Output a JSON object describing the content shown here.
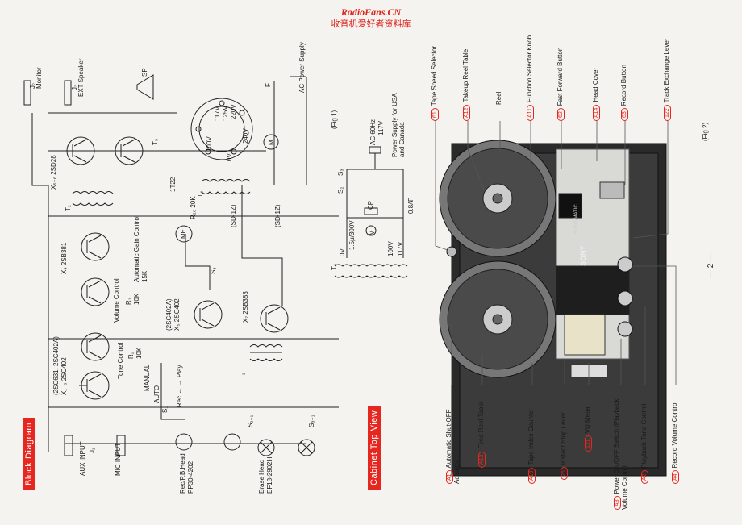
{
  "watermark": {
    "site": "RadioFans.CN",
    "cn": "收音机爱好者资料库"
  },
  "block_diagram": {
    "title": "Block Diagram",
    "labels": {
      "aux_input": "AUX INPUT",
      "j1": "J₁",
      "mic_input": "MIC INPUT",
      "rec_head": "Rec/P.B.Head",
      "rec_head_part": "PP30-4202",
      "erase_head": "Erase Head",
      "erase_head_part": "EF18-2902H",
      "s1": "S₁",
      "s21": "S₂₋₁",
      "s31": "S₃₋₁",
      "rec_play": "Rec ← → Play",
      "x13": "X₁₋₃ 2SC402",
      "x13b": "(2SC631, 2SC402A)",
      "tone": "Tone Control",
      "tone_r": "R₂",
      "tone_val": "10K",
      "manual": "MANUAL",
      "auto": "AUTO",
      "volume": "Volume Control",
      "r1": "R₁",
      "r1_val": "10K",
      "x4": "X₄ 2SB381",
      "agc": "Automatic Gain Control",
      "agc_val": "15K",
      "x5": "X₅ 2SC402",
      "x5b": "(2SC402A)",
      "x7": "X₇ 2SB383",
      "x56": "X₅₋₆ 2SD28",
      "t1": "T₁",
      "t2": "T₂",
      "t3": "T₃",
      "t4": "T₄",
      "monitor": "Monitor",
      "ext_speaker": "EXT Speaker",
      "j2": "J₂",
      "j3": "J₃",
      "sp": "SP",
      "me": "ME",
      "r20": "R₂₀ 20K",
      "sd1z_a": "(SD-1Z)",
      "sd1z_b": "(SD-1Z)",
      "s3": "S₃",
      "m": "M",
      "ac_power": "AC Power Supply",
      "f": "F",
      "volt_100": "100V",
      "volt_117": "117V",
      "volt_220": "220V",
      "volt_240": "240V",
      "volt_125": "125V",
      "volt_0": "0V",
      "d": "1T22"
    }
  },
  "fig1": {
    "caption": "(Fig.1)",
    "supply_title": "Power Supply for USA and Canada",
    "ac": "AC 60Hz",
    "v117": "117V",
    "f": "F",
    "fuse": "0.8A",
    "s2": "S₂",
    "s3": "S₃",
    "cp": "CP",
    "cap": "1.5μ/300V",
    "m": "M",
    "t4": "T₄",
    "v0": "0V",
    "v100": "100V",
    "v117b": "117V"
  },
  "cabinet": {
    "title": "Cabinet Top View",
    "caption": "(Fig.2)",
    "page": "— 2 —",
    "brand": "SONY",
    "model": "SONY-MATIC",
    "callouts_top": [
      {
        "num": "61",
        "text": "Tape Speed Selector"
      },
      {
        "num": "A12",
        "text": "Takeup Reel Table"
      },
      {
        "num": "",
        "text": "Reel"
      },
      {
        "num": "A11",
        "text": "Function Selector Knob"
      },
      {
        "num": "62",
        "text": "Fast Forward Button"
      },
      {
        "num": "A14",
        "text": "Head Cover"
      },
      {
        "num": "63",
        "text": "Record Button"
      },
      {
        "num": "122",
        "text": "Track Exchange Lever"
      }
    ],
    "callouts_bottom": [
      {
        "num": "A1",
        "text": "Automatic Shut-OFF Actuator"
      },
      {
        "num": "A13",
        "text": "Feed Reel Table"
      },
      {
        "num": "A10",
        "text": "Tape Index Counter"
      },
      {
        "num": "26",
        "text": "Instant Stop Lever"
      },
      {
        "num": "121",
        "text": "VU Meter"
      },
      {
        "num": "A3",
        "text": "Power ON/OFF Switch /Playback Volume Control"
      },
      {
        "num": "A2",
        "text": "Playback Tone Control"
      },
      {
        "num": "A4",
        "text": "Record Volume Control"
      }
    ]
  }
}
